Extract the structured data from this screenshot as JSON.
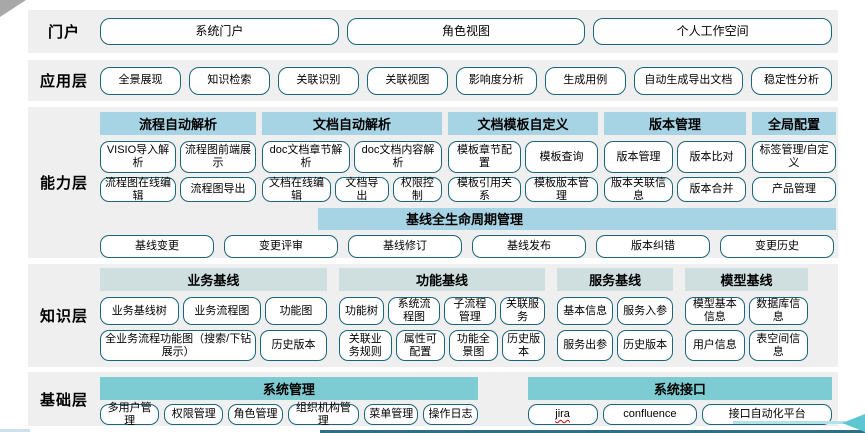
{
  "colors": {
    "header_blue": "#a7d4e4",
    "header_pale": "#cfdfdf",
    "header_teal": "#7eccd3",
    "btn_border": "#1b6579",
    "band_bg": "#efefef",
    "bottom_line": "#2f6e85",
    "arrow_teal": "#5ec6d2",
    "arrow_line": "#b5e1e9",
    "accent_pale_blue": "#cfe0ef",
    "corner_gray": "#a8a8a8",
    "squiggle_red": "#e00000"
  },
  "portal": {
    "label": "门户",
    "buttons": [
      "系统门户",
      "角色视图",
      "个人工作空间"
    ]
  },
  "application": {
    "label": "应用层",
    "buttons": [
      "全景展现",
      "知识检索",
      "关联识别",
      "关联视图",
      "影响度分析",
      "生成用例",
      "自动生成导出文档",
      "稳定性分析"
    ]
  },
  "capability": {
    "label": "能力层",
    "groups": [
      {
        "title": "流程自动解析",
        "row1": [
          "VISIO导入解析",
          "流程图前端展示"
        ],
        "row2": [
          "流程图在线编辑",
          "流程图导出"
        ]
      },
      {
        "title": "文档自动解析",
        "row1": [
          "doc文档章节解析",
          "doc文档内容解析"
        ],
        "row2": [
          "文档在线编辑",
          "文档导出",
          "权限控制"
        ]
      },
      {
        "title": "文档模板自定义",
        "row1": [
          "模板章节配置",
          "模板查询"
        ],
        "row2": [
          "模板引用关系",
          "模板版本管理"
        ]
      },
      {
        "title": "版本管理",
        "row1": [
          "版本管理",
          "版本比对"
        ],
        "row2": [
          "版本关联信息",
          "版本合并"
        ]
      },
      {
        "title": "全局配置",
        "row1": [
          "标签管理/自定义"
        ],
        "row2": [
          "产品管理"
        ]
      }
    ],
    "lifecycle": {
      "title": "基线全生命周期管理",
      "buttons": [
        "基线变更",
        "变更评审",
        "基线修订",
        "基线发布",
        "版本纠错",
        "变更历史"
      ]
    }
  },
  "knowledge": {
    "label": "知识层",
    "groups": [
      {
        "title": "业务基线",
        "row1": [
          "业务基线树",
          "业务流程图",
          "功能图"
        ],
        "row2": [
          "全业务流程功能图（搜索/下钻展示）",
          "历史版本"
        ]
      },
      {
        "title": "功能基线",
        "row1": [
          "功能树",
          "系统流程图",
          "子流程管理",
          "关联服务"
        ],
        "row2": [
          "关联业务规则",
          "属性可配置",
          "功能全景图",
          "历史版本"
        ]
      },
      {
        "title": "服务基线",
        "row1": [
          "基本信息",
          "服务入参"
        ],
        "row2": [
          "服务出参",
          "历史版本"
        ]
      },
      {
        "title": "模型基线",
        "row1": [
          "模型基本信息",
          "数据库信息"
        ],
        "row2": [
          "用户信息",
          "表空间信息"
        ]
      }
    ]
  },
  "foundation": {
    "label": "基础层",
    "groups": [
      {
        "title": "系统管理",
        "buttons": [
          "多用户管理",
          "权限管理",
          "角色管理",
          "组织机构管理",
          "菜单管理",
          "操作日志"
        ]
      },
      {
        "title": "系统接口",
        "buttons": [
          "jira",
          "confluence",
          "接口自动化平台"
        ]
      }
    ]
  }
}
